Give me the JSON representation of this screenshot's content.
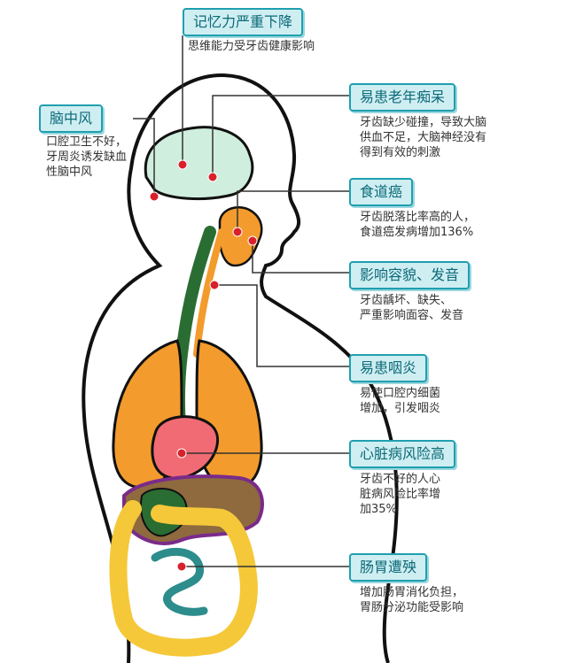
{
  "colors": {
    "label_bg": "#cfeef2",
    "label_border": "#1f9fb0",
    "label_text": "#0b6a78",
    "leader_line": "#333333",
    "point": "#d9202b"
  },
  "effects": [
    {
      "title": "记忆力严重下降",
      "desc": "思维能力受牙齿健康影响"
    },
    {
      "title": "脑中风",
      "desc": "口腔卫生不好，\n牙周炎诱发缺血\n性脑中风"
    },
    {
      "title": "易患老年痴呆",
      "desc": "牙齿缺少碰撞，导致大脑\n供血不足，大脑神经没有\n得到有效的刺激"
    },
    {
      "title": "食道癌",
      "desc": "牙齿脱落比率高的人，\n食道癌发病增加136%"
    },
    {
      "title": "影响容貌、发音",
      "desc": "牙齿龋坏、缺失、\n严重影响面容、发音"
    },
    {
      "title": "易患咽炎",
      "desc": "易使口腔内细菌\n增加，引发咽炎"
    },
    {
      "title": "心脏病风险高",
      "desc": "牙齿不好的人心\n脏病风险比率增\n加35%"
    },
    {
      "title": "肠胃遭殃",
      "desc": "增加肠胃消化负担，\n胃肠分泌功能受影响"
    }
  ]
}
